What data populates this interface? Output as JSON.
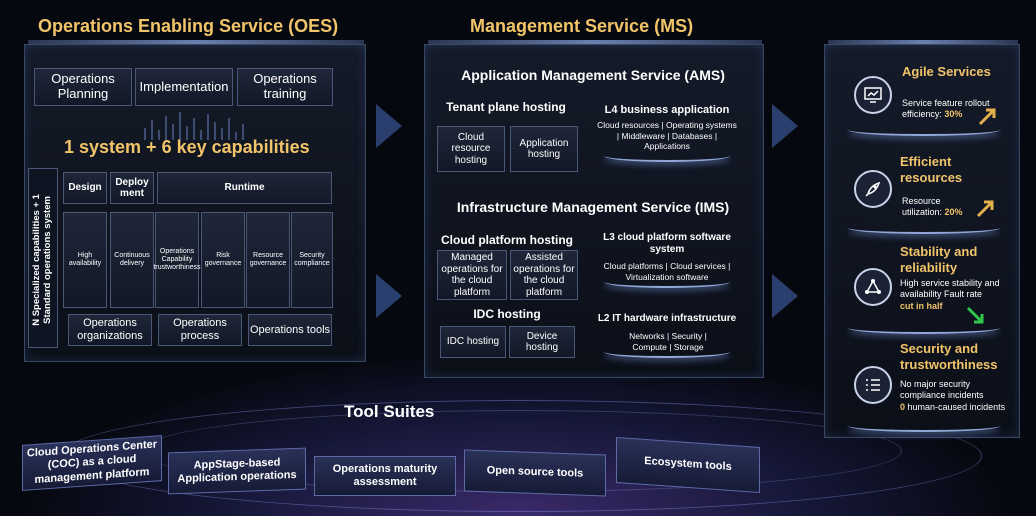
{
  "oes": {
    "title": "Operations Enabling Service (OES)",
    "top_buttons": [
      "Operations Planning",
      "Implementation",
      "Operations training"
    ],
    "headline": "1 system + 6 key capabilities",
    "vertical_label": "N Specialized capabilities + 1 Standard operations system",
    "stages": [
      "Design",
      "Deploy ment",
      "Runtime"
    ],
    "capabilities": [
      "High availability",
      "Continuous delivery",
      "Operations Capability trustworthiness",
      "Risk governance",
      "Resource governance",
      "Security compliance"
    ],
    "bottom": [
      "Operations organizations",
      "Operations process",
      "Operations tools"
    ]
  },
  "ms": {
    "title": "Management Service (MS)",
    "ams": {
      "title": "Application Management Service (AMS)",
      "tenant_title": "Tenant plane hosting",
      "boxes": [
        "Cloud resource hosting",
        "Application hosting"
      ],
      "layer_title": "L4 business application",
      "layer_text": "Cloud resources | Operating systems | Middleware | Databases | Applications"
    },
    "ims": {
      "title": "Infrastructure Management Service (IMS)",
      "cloud_title": "Cloud platform hosting",
      "cloud_boxes": [
        "Managed operations for the cloud platform",
        "Assisted operations for the cloud platform"
      ],
      "idc_title": "IDC hosting",
      "idc_boxes": [
        "IDC hosting",
        "Device hosting"
      ],
      "l3_title": "L3 cloud platform software system",
      "l3_text": "Cloud platforms | Cloud services | Virtualization software",
      "l2_title": "L2 IT hardware infrastructure",
      "l2_text": "Networks | Security | Compute | Storage"
    }
  },
  "benefits": [
    {
      "icon": "monitor-chart-icon",
      "title": "Agile Services",
      "text": "Service feature rollout efficiency:",
      "value": "30%"
    },
    {
      "icon": "rocket-icon",
      "title": "Efficient resources",
      "text": "Resource utilization:",
      "value": "20%"
    },
    {
      "icon": "network-triangle-icon",
      "title": "Stability and reliability",
      "text": "High service stability and availability Fault rate",
      "value": "cut in half"
    },
    {
      "icon": "checklist-icon",
      "title": "Security and trustworthiness",
      "text": "No major security compliance incidents",
      "value": "0",
      "text2": "human-caused incidents"
    }
  ],
  "tools": {
    "title": "Tool Suites",
    "items": [
      "Cloud Operations Center (COC) as a cloud management platform",
      "AppStage-based Application operations",
      "Operations maturity assessment",
      "Open source tools",
      "Ecosystem tools"
    ]
  },
  "colors": {
    "accent": "#f2c46a",
    "panel_border": "#3a4763",
    "box_border": "#4a5878",
    "arrow_up": "#e3b04b",
    "arrow_down": "#2fc84a"
  }
}
